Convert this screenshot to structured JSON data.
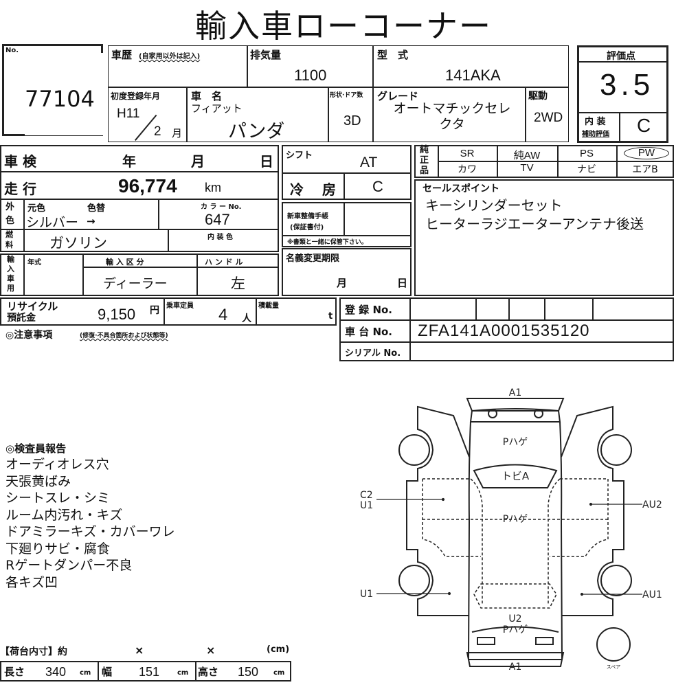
{
  "title": "輸入車ローコーナー",
  "no": {
    "label": "No.",
    "value": "77104"
  },
  "history": {
    "label": "車歴",
    "note": "(自家用以外は記入)"
  },
  "displacement": {
    "label": "排気量",
    "value": "1100"
  },
  "model": {
    "label": "型　式",
    "value": "141AKA"
  },
  "first_reg": {
    "label": "初度登録年月",
    "year": "H11",
    "month": "2",
    "month_unit": "月"
  },
  "car_name": {
    "label": "車　名",
    "maker": "フィアット",
    "name": "パンダ"
  },
  "doors": {
    "label": "形状·ドア数",
    "value": "3D"
  },
  "grade": {
    "label": "グレード",
    "value": "オートマチックセレクタ"
  },
  "drive": {
    "label": "駆動",
    "value": "2WD"
  },
  "rating": {
    "label": "評価点",
    "score": "3.5",
    "interior_label": "内 装",
    "interior_sub": "補助評価",
    "interior": "C"
  },
  "inspection": {
    "label": "車 検",
    "year": "年",
    "month": "月",
    "day": "日"
  },
  "mileage": {
    "label": "走 行",
    "value": "96,774",
    "unit": "km"
  },
  "color": {
    "side_label": "外色",
    "orig_label": "元色",
    "change_label": "色替",
    "orig": "シルバー",
    "arrow": "→",
    "no_label": "カ ラ ー No.",
    "no": "647"
  },
  "fuel": {
    "side_label": "燃料",
    "value": "ガソリン",
    "interior_label": "内 装 色"
  },
  "import": {
    "side_label": "輸入車用",
    "year_label": "年式",
    "class_label": "輸 入 区 分",
    "class": "ディーラー",
    "handle_label": "ハ ン ド ル",
    "handle": "左"
  },
  "shift": {
    "label": "シフト",
    "value": "AT"
  },
  "ac": {
    "label": "冷 房",
    "value": "C"
  },
  "manual": {
    "label": "新車整備手帳",
    "sub": "(保証書付)",
    "note": "※書類と一緒に保管下さい。"
  },
  "name_change": {
    "label": "名義変更期限",
    "month": "月",
    "day": "日"
  },
  "genuine": {
    "label": "純正品",
    "row1": [
      "SR",
      "純AW",
      "PS",
      "PW"
    ],
    "row2": [
      "カワ",
      "TV",
      "ナビ",
      "エアB"
    ]
  },
  "sales_point": {
    "label": "セールスポイント",
    "lines": [
      "キーシリンダーセット",
      "ヒーターラジエーターアンテナ後送"
    ]
  },
  "recycle": {
    "label1": "リサイクル",
    "label2": "預託金",
    "value": "9,150",
    "unit": "円"
  },
  "capacity": {
    "label": "乗車定員",
    "value": "4",
    "unit": "人"
  },
  "load": {
    "label": "積載量",
    "unit": "t"
  },
  "notes": {
    "label": "◎注意事項",
    "sub": "(修復·不具合箇所および状態等)"
  },
  "registration": {
    "reg_label": "登 録 No.",
    "chassis_label": "車 台 No.",
    "chassis": "ZFA141A0001535120",
    "serial_label": "シリアル No."
  },
  "report": {
    "label": "◎検査員報告",
    "lines": [
      "オーディオレス穴",
      "天張黄ばみ",
      "シートスレ・シミ",
      "ルーム内汚れ・キズ",
      "ドアミラーキズ・カバーワレ",
      "下廻りサビ・腐食",
      "Rゲートダンパー不良",
      "各キズ凹"
    ]
  },
  "cargo": {
    "label": "【荷台内寸】約",
    "x": "×",
    "unit_label": "(cm)",
    "length_label": "長さ",
    "length": "340",
    "width_label": "幅",
    "width": "151",
    "height_label": "高さ",
    "height": "150",
    "unit": "cm"
  },
  "diagram": {
    "front": "A1",
    "rear": "A1",
    "roof": "Pハゲ",
    "hood": "Pハゲ",
    "windshield": "トビA",
    "rear_marks": "U2",
    "rear_paint": "Pハゲ",
    "left_front": "C2",
    "left_front2": "U1",
    "left_rear": "U1",
    "right_front": "AU2",
    "right_rear": "AU1",
    "spare": "スペア"
  }
}
